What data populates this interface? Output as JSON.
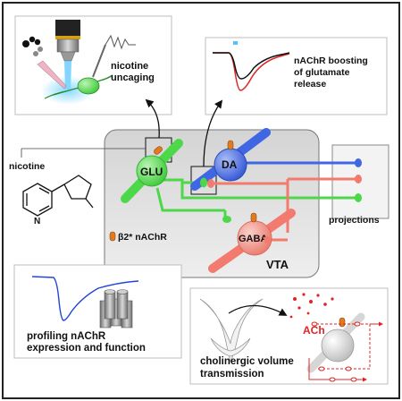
{
  "panels": {
    "uncaging": {
      "label_line1": "nicotine",
      "label_line2": "uncaging"
    },
    "boosting": {
      "label_line1": "nAChR boosting",
      "label_line2": "of glutamate",
      "label_line3": "release"
    },
    "profiling": {
      "label_line1": "profiling nAChR",
      "label_line2": "expression and function"
    },
    "volume": {
      "label_line1": "cholinergic volume",
      "label_line2": "transmission",
      "ach_label": "ACh"
    }
  },
  "vta": {
    "region_label": "VTA",
    "neurons": {
      "glu": "GLU",
      "da": "DA",
      "gaba": "GABA"
    },
    "receptor_legend": "β2* nAChR",
    "projections_label": "projections"
  },
  "nicotine": {
    "label": "nicotine",
    "n_atom": "N"
  },
  "colors": {
    "glutamate": "#4dd84a",
    "dopamine": "#3f66e3",
    "gaba": "#f27a6e",
    "receptor": "#e37a1f",
    "vta_fill": "#d9d9d9",
    "ach": "#e02424",
    "trace_black": "#111111",
    "trace_red": "#e02424",
    "trace_blue": "#2346d8",
    "laser": "#4fc3ff"
  }
}
